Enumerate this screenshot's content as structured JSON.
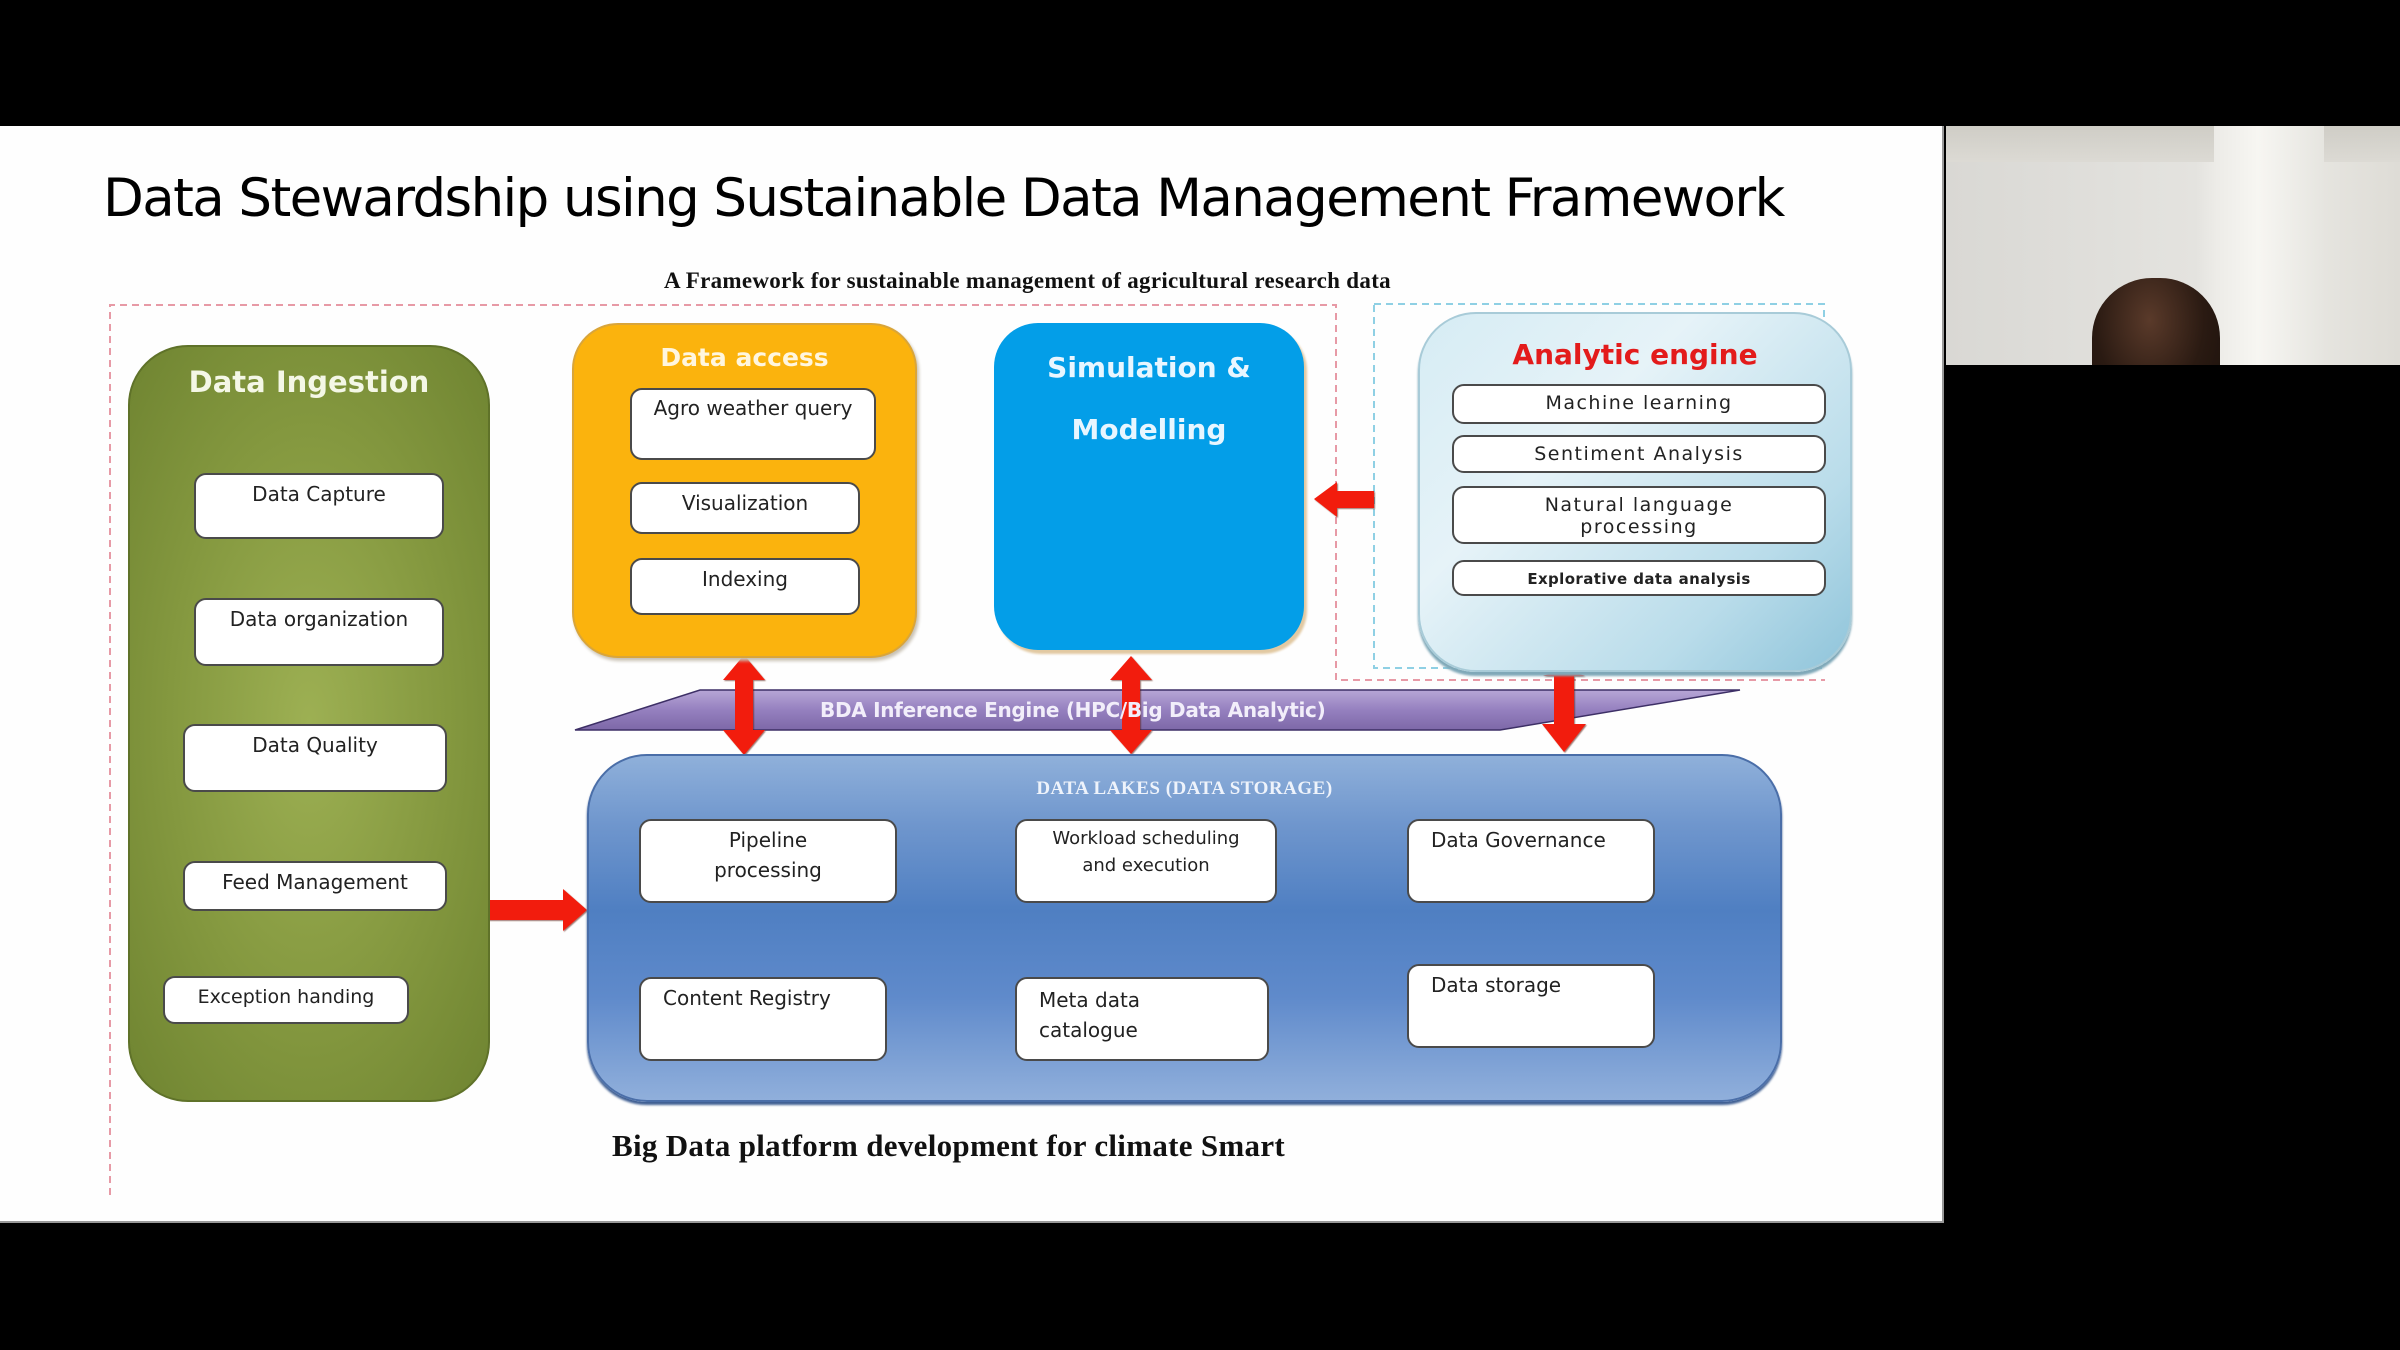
{
  "slide": {
    "title": "Data Stewardship using Sustainable Data Management Framework",
    "subtitle": "A Framework for sustainable management of agricultural research data",
    "caption": "Big Data platform development for climate Smart"
  },
  "diagram": {
    "ingestion": {
      "title": "Data Ingestion",
      "items": [
        "Data Capture",
        "Data organization",
        "Data Quality",
        "Feed Management",
        "Exception handing"
      ]
    },
    "access": {
      "title": "Data access",
      "items": [
        "Agro weather query",
        "Visualization",
        "Indexing"
      ]
    },
    "simulation": {
      "title_line1": "Simulation &",
      "title_line2": "Modelling"
    },
    "analytic": {
      "title": "Analytic engine",
      "items": [
        "Machine learning",
        "Sentiment Analysis",
        "Natural language processing",
        "Explorative data analysis"
      ]
    },
    "inference": {
      "label": "BDA Inference Engine (HPC/Big Data Analytic)"
    },
    "lakes": {
      "title": "DATA LAKES (DATA STORAGE)",
      "items": {
        "pipeline": "Pipeline processing",
        "workload": "Workload scheduling and execution",
        "governance": "Data Governance",
        "registry": "Content Registry",
        "metadata": "Meta data catalogue",
        "storage": "Data storage"
      }
    },
    "colors": {
      "ingestion": "#84983f",
      "access": "#fbb30d",
      "simulation": "#039ee8",
      "analytic": "#c9e4ef",
      "analytic_title": "#e31b1b",
      "lakes": "#5a86c6",
      "inference": "#9a86c0",
      "arrow": "#f21c0c"
    }
  },
  "webcam": {
    "participant": "presenter-video"
  }
}
